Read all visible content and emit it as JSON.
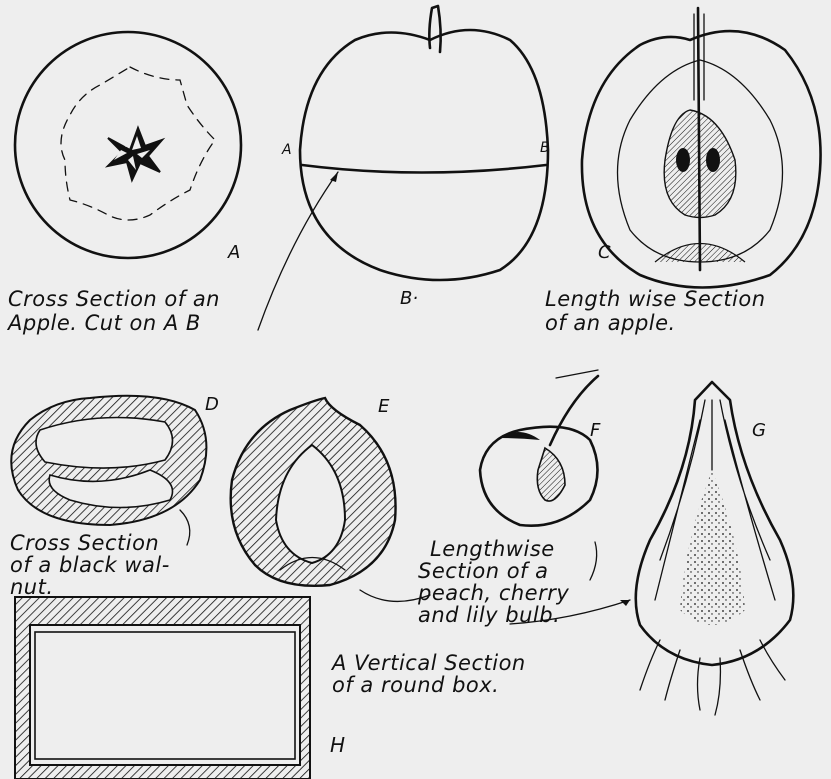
{
  "figure_labels": {
    "a": "A",
    "b": "B·",
    "c": "C",
    "d": "D",
    "e": "E",
    "f": "F",
    "g": "G",
    "h": "H",
    "cut_a": "A",
    "cut_b": "B"
  },
  "captions": {
    "apple_cross": [
      "Cross Section of an",
      "Apple.   Cut on A B"
    ],
    "apple_lengthwise": [
      "Length wise Section",
      "of an apple."
    ],
    "walnut": [
      "Cross Section",
      "of a black wal-",
      "nut."
    ],
    "peach_cherry_lily": [
      "Lengthwise",
      "Section of a",
      "peach, cherry",
      "and lily bulb."
    ],
    "round_box": [
      "A Vertical Section",
      "of a round box."
    ]
  },
  "colors": {
    "ink": "#111111",
    "paper": "#eeeeee"
  }
}
